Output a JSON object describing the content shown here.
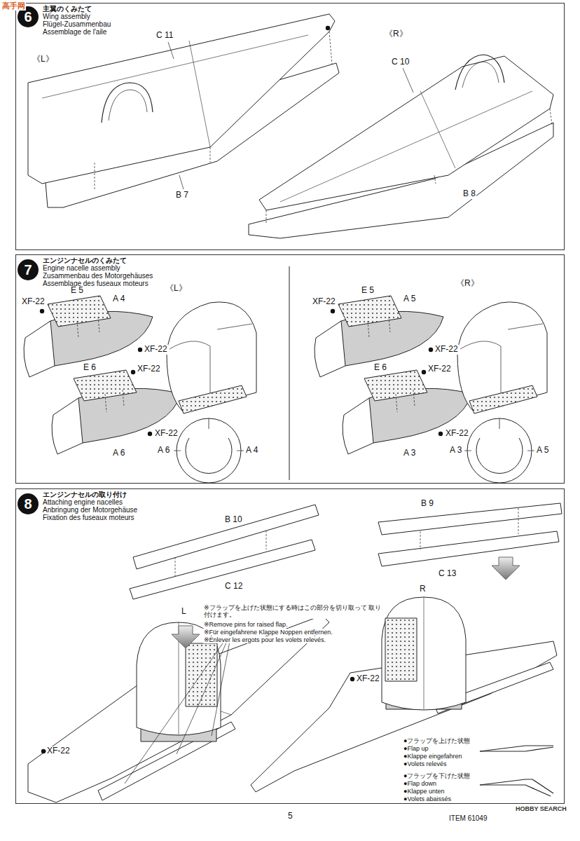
{
  "diagram": {
    "nodes": [
      {
        "text": [
          "主翼のくみたて",
          "Wing assembly",
          "Flügel-Zusammenbau",
          "Assemblage de l'aile"
        ]
      },
      {
        "text": [
          "6"
        ],
        "in": 0
      },
      {
        "text": [
          "エンジンナセルのくみたて",
          "Engine nacelle assembly",
          "Zusammenbau des Motorgehäuses",
          "Assemblage des fuseaux moteurs"
        ]
      },
      {
        "text": [
          "7"
        ],
        "in": 2
      },
      {
        "text": [
          "エンジンナセルの取り付け",
          "Attaching engine nacelles",
          "Anbringung der Motorgehäuse",
          "Fixation des fuseaux moteurs"
        ]
      },
      {
        "text": [
          "8"
        ],
        "in": 4
      }
    ],
    "labels": [
      "高手网",
      "《L》",
      "C 11",
      "B 7",
      "《R》",
      "C 10",
      "B 8",
      "E 5",
      "XF-22",
      "A 4",
      "XF-22",
      "《L》",
      "E 6",
      "XF-22",
      "A 6",
      "XF-22",
      "A 6",
      "A 4",
      "《R》",
      "E 5",
      "XF-22",
      "A 5",
      "XF-22",
      "E 6",
      "XF-22",
      "XF-22",
      "A 3",
      "A 3",
      "A 5",
      "B 10",
      "C 12",
      "L",
      "※フラップを上げた状態にする時はこの部分を切り取って 取り付けます。",
      "※Remove pins for raised flap.",
      "※Für eingefahrene Klappe Noppen entfernen.",
      "※Enlever les ergots pour les volets relevés.",
      "B 9",
      "C 13",
      "R",
      "XF-22",
      "XF-22",
      "●フラップを上げた状態",
      "●Flap up",
      "●Klappe eingefahren",
      "●Volets relevés",
      "●フラップを下げた状態",
      "●Flap down",
      "●Klappe unten",
      "●Volets abaissés",
      "5",
      "ITEM 61049",
      "HOBBY SEARCH"
    ]
  }
}
